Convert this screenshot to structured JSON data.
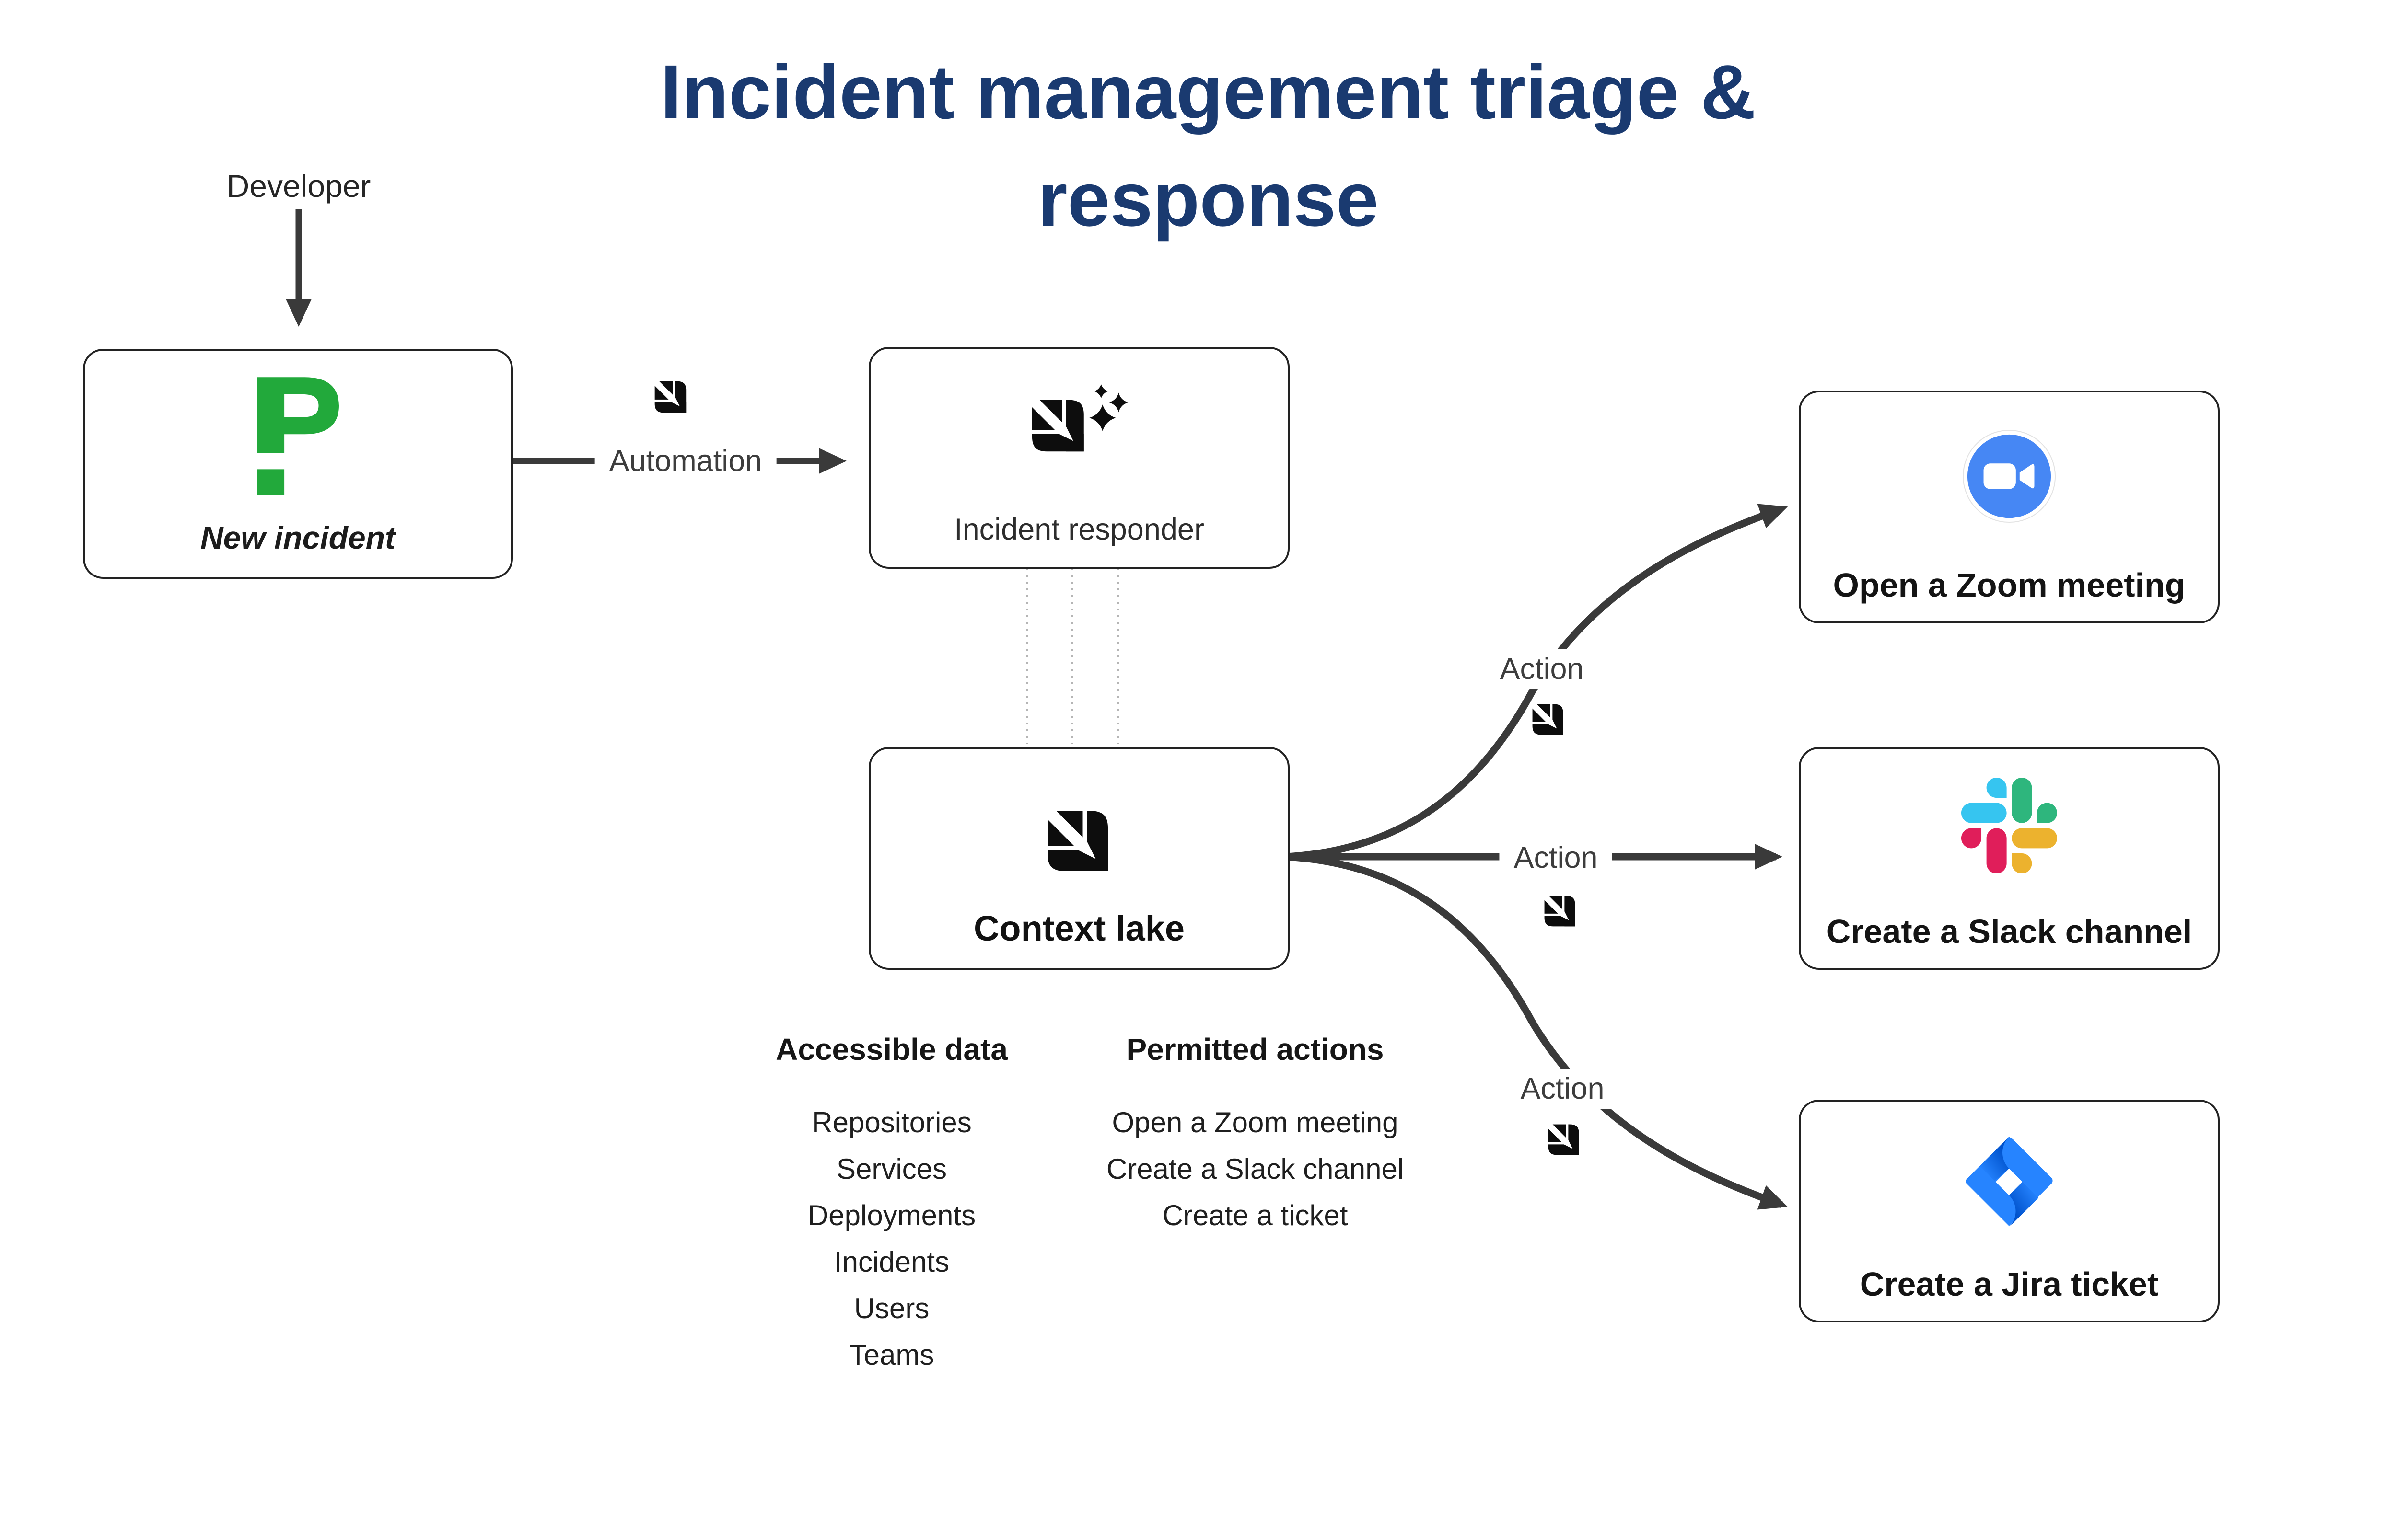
{
  "title": {
    "line1": "Incident management triage &",
    "line2": "response"
  },
  "flow": {
    "developer_label": "Developer",
    "automation_label": "Automation",
    "action_label": "Action"
  },
  "nodes": {
    "new_incident": "New incident",
    "incident_responder": "Incident responder",
    "context_lake": "Context lake",
    "open_zoom": "Open a Zoom meeting",
    "create_slack": "Create a Slack channel",
    "create_jira": "Create a Jira ticket"
  },
  "accessible_data": {
    "title": "Accessible data",
    "items": [
      "Repositories",
      "Services",
      "Deployments",
      "Incidents",
      "Users",
      "Teams"
    ]
  },
  "permitted_actions": {
    "title": "Permitted actions",
    "items": [
      "Open a Zoom meeting",
      "Create a Slack channel",
      "Create a ticket"
    ]
  },
  "colors": {
    "title_navy": "#1a3a70",
    "arrow_gray": "#3a3a3a",
    "label_gray": "#3d3d3d",
    "border_dark": "#222222",
    "icon_black": "#0d0d0d",
    "dotted_gray": "#b5b5b5",
    "port_green": "#22a93b",
    "zoom_blue": "#4687f4",
    "slack_blue": "#36c5f0",
    "slack_green": "#2eb67d",
    "slack_red": "#e01e5a",
    "slack_yellow": "#ecb22e",
    "jira_blue": "#2684ff",
    "jira_dark_blue": "#0052cc"
  }
}
